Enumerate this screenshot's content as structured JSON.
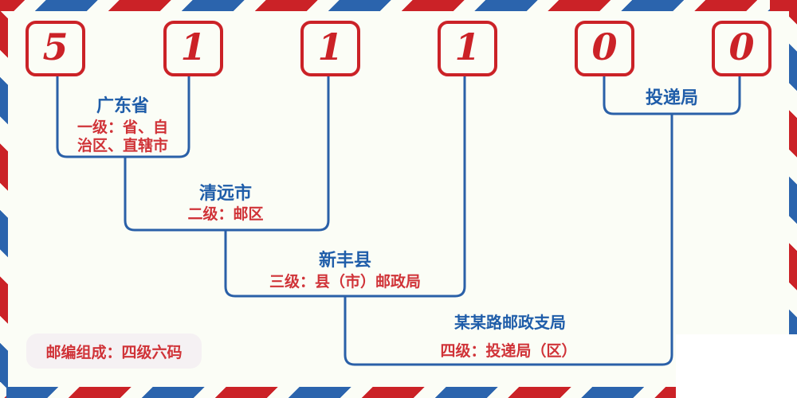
{
  "postal_code": {
    "digits": [
      "5",
      "1",
      "1",
      "1",
      "0",
      "0"
    ]
  },
  "levels": [
    {
      "name": "广东省",
      "desc_lines": [
        "一级：省、自",
        "治区、直辖市"
      ]
    },
    {
      "name": "清远市",
      "desc_lines": [
        "二级：邮区"
      ]
    },
    {
      "name": "新丰县",
      "desc_lines": [
        "三级：县（市）邮政局"
      ]
    },
    {
      "name": "某某路邮政支局",
      "desc_lines": [
        "四级：投递局（区）"
      ]
    },
    {
      "name": "投递局",
      "desc_lines": []
    }
  ],
  "footer_badge": {
    "label": "邮编组成：四级六码"
  },
  "colors": {
    "red": "#cb2227",
    "red_text": "#d03338",
    "blue": "#2b64ad",
    "blue_line": "#2a60a8",
    "blue_text": "#1f5da9",
    "bg": "#fbfdf6",
    "badge_bg": "#f5f1f3",
    "patch": "#ffffff"
  }
}
